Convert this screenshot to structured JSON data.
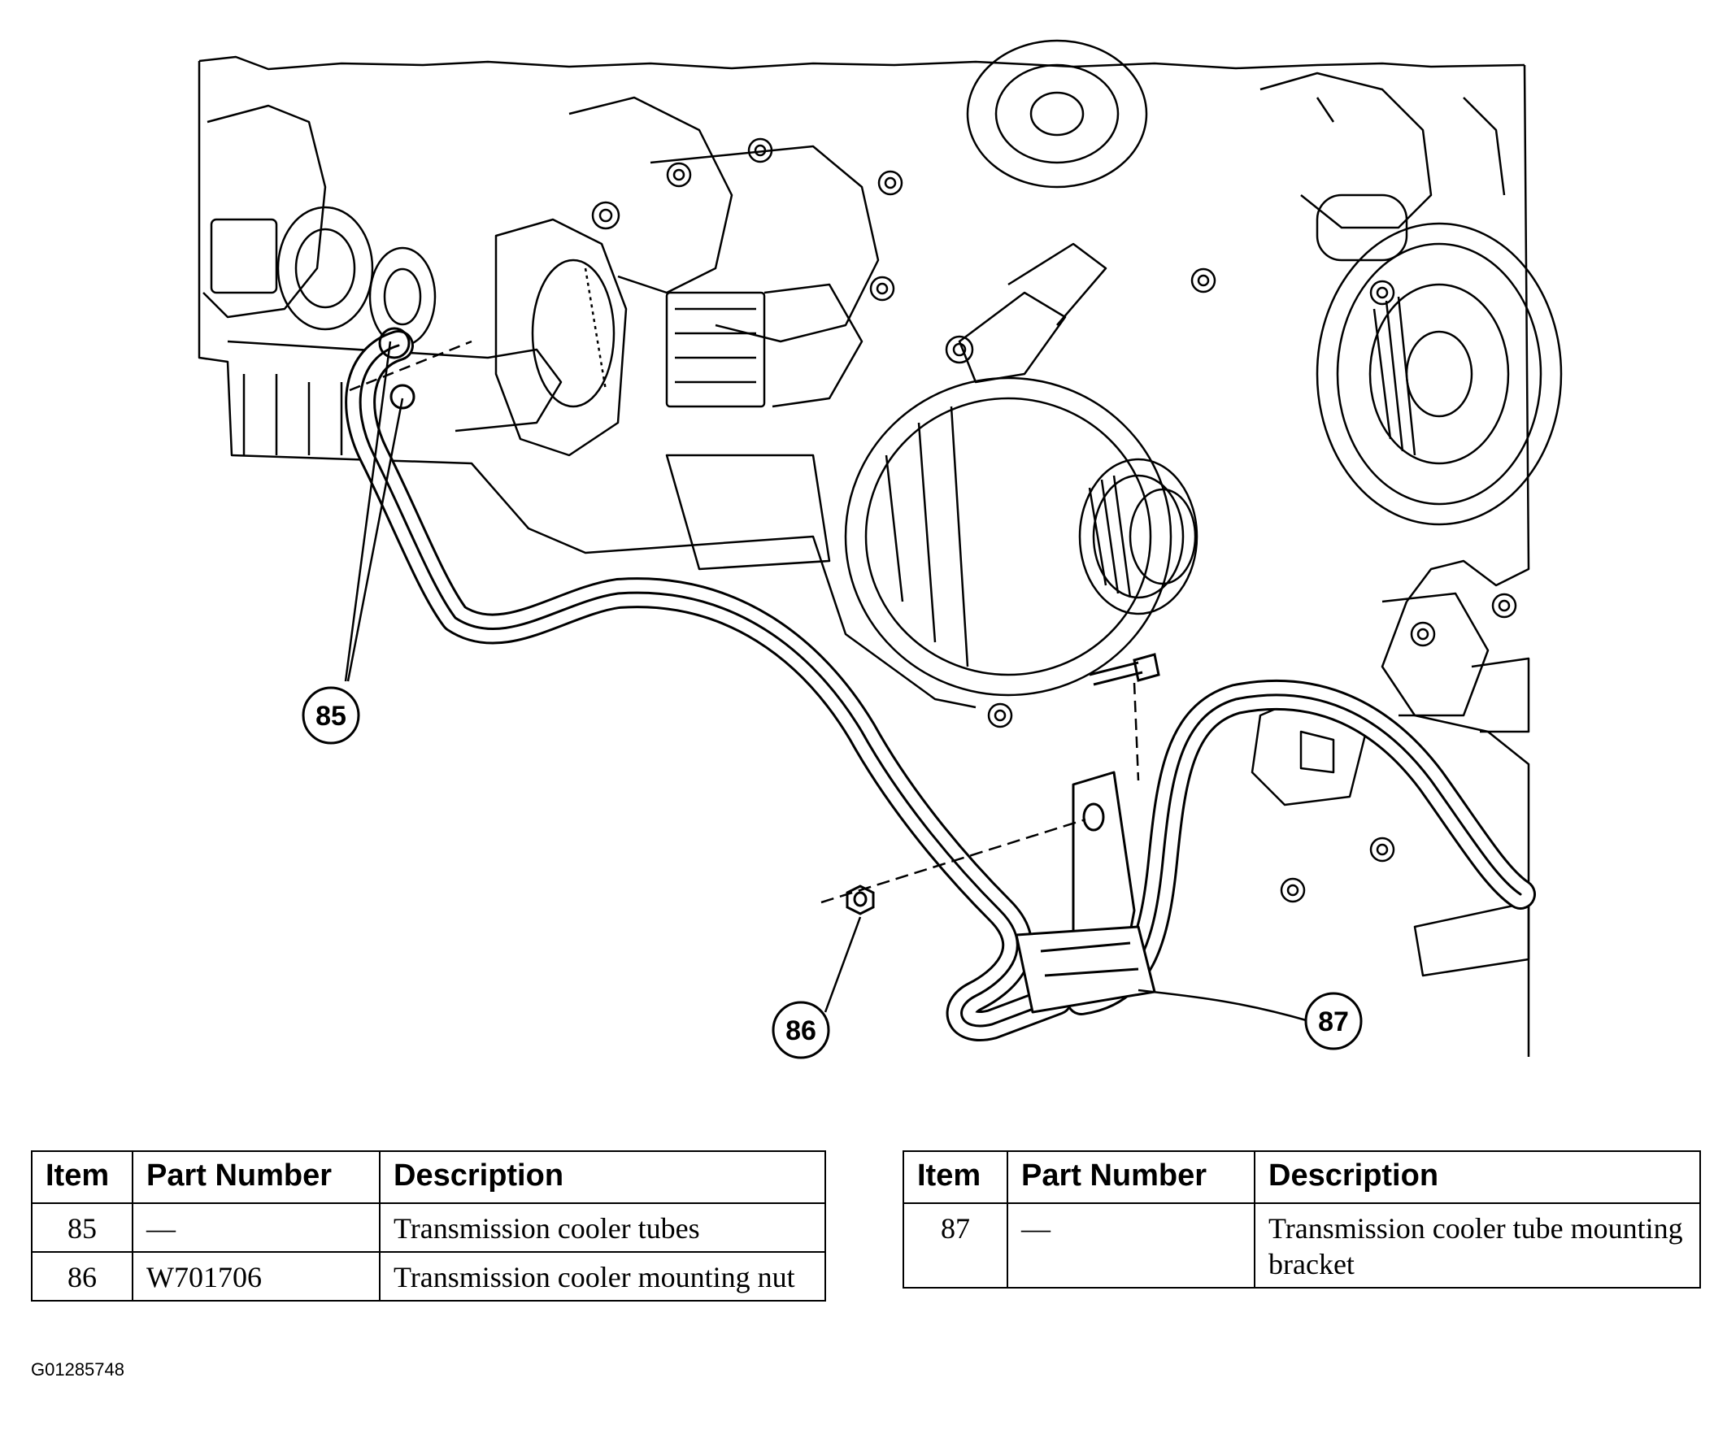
{
  "callouts": [
    "85",
    "86",
    "87"
  ],
  "tables": [
    {
      "headers": [
        "Item",
        "Part Number",
        "Description"
      ],
      "rows": [
        {
          "item": "85",
          "part": "—",
          "desc": "Transmission cooler tubes"
        },
        {
          "item": "86",
          "part": "W701706",
          "desc": "Transmission cooler mounting nut"
        }
      ]
    },
    {
      "headers": [
        "Item",
        "Part Number",
        "Description"
      ],
      "rows": [
        {
          "item": "87",
          "part": "—",
          "desc": "Transmission cooler tube mounting bracket"
        }
      ]
    }
  ],
  "figure_id": "G01285748"
}
